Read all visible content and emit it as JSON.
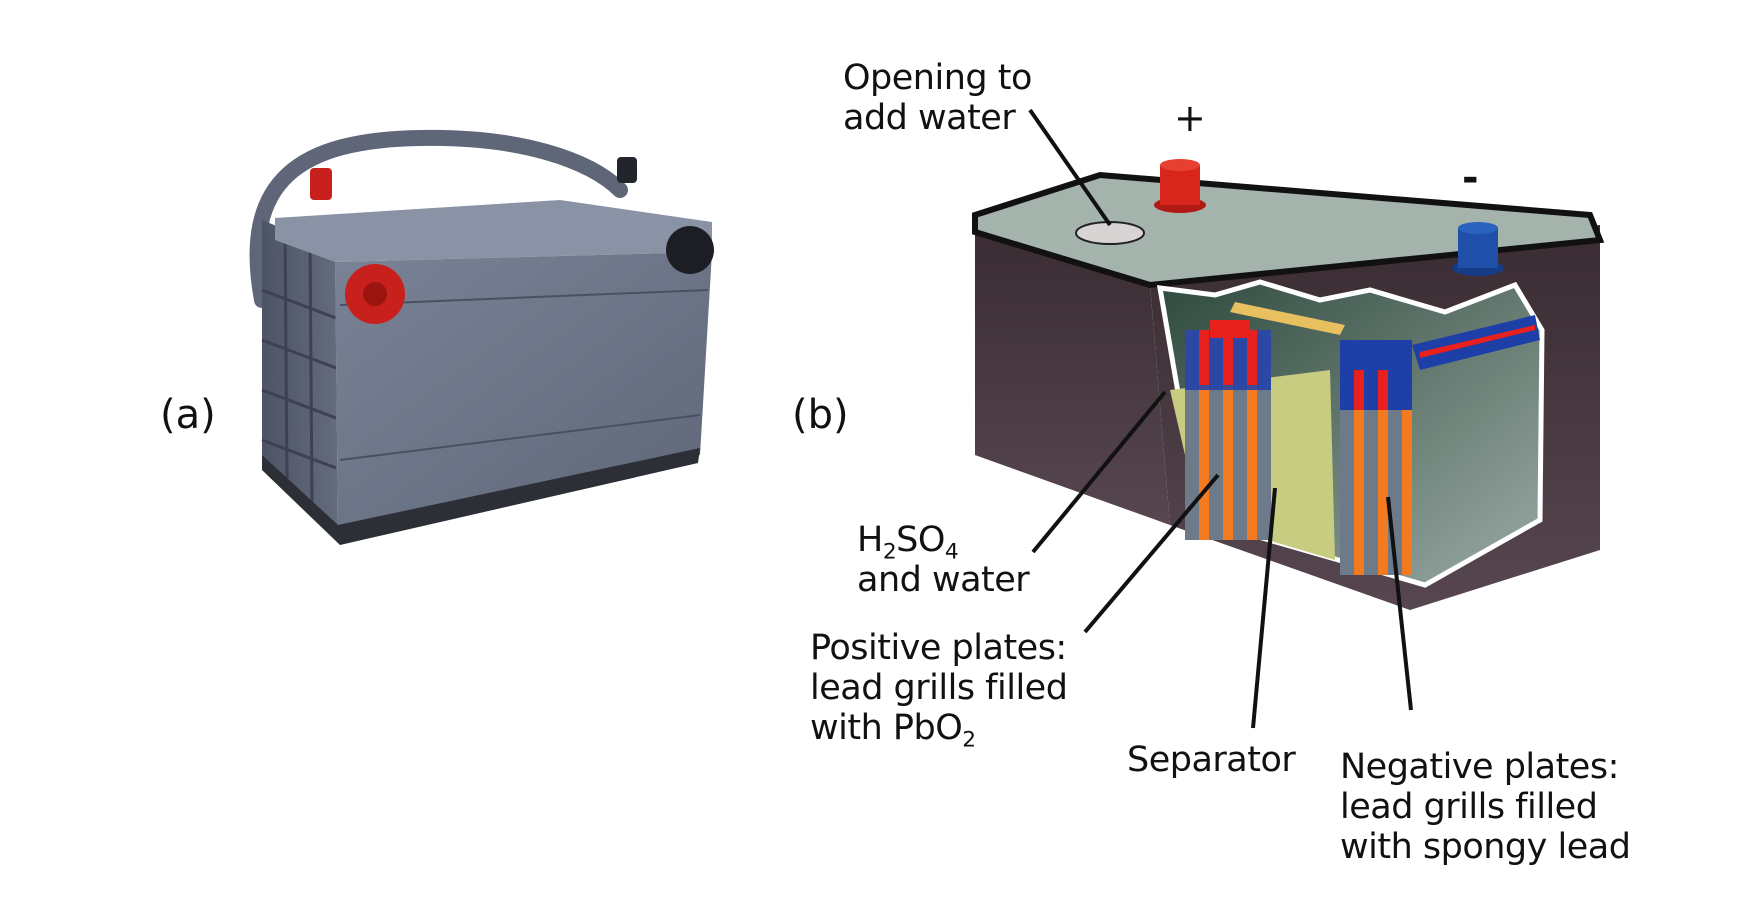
{
  "figure": {
    "panel_a_label": "(a)",
    "panel_b_label": "(b)"
  },
  "diagram_b": {
    "terminal_positive": "+",
    "terminal_negative": "-",
    "labels": {
      "opening": [
        "Opening to",
        "add water"
      ],
      "electrolyte": {
        "formula_parts": [
          "H",
          "2",
          "SO",
          "4"
        ],
        "line2": "and water"
      },
      "positive_plates": {
        "line1": "Positive plates:",
        "line2": "lead grills filled",
        "line3_text": "with PbO",
        "line3_sub": "2"
      },
      "separator": "Separator",
      "negative_plates": [
        "Negative plates:",
        "lead grills filled",
        "with spongy lead"
      ]
    }
  },
  "colors": {
    "case": "#4a3a40",
    "lid": "#9fb0a8",
    "positive_terminal": "#d8261c",
    "negative_terminal": "#1f4fa8",
    "positive_grid": "#e8201e",
    "negative_grid": "#1e3fa8",
    "plate_fill_orange": "#f47a20",
    "plate_fill_gray": "#6c7a8a",
    "electrolyte": "#c8cc80",
    "photo_body": "#6e7688"
  }
}
